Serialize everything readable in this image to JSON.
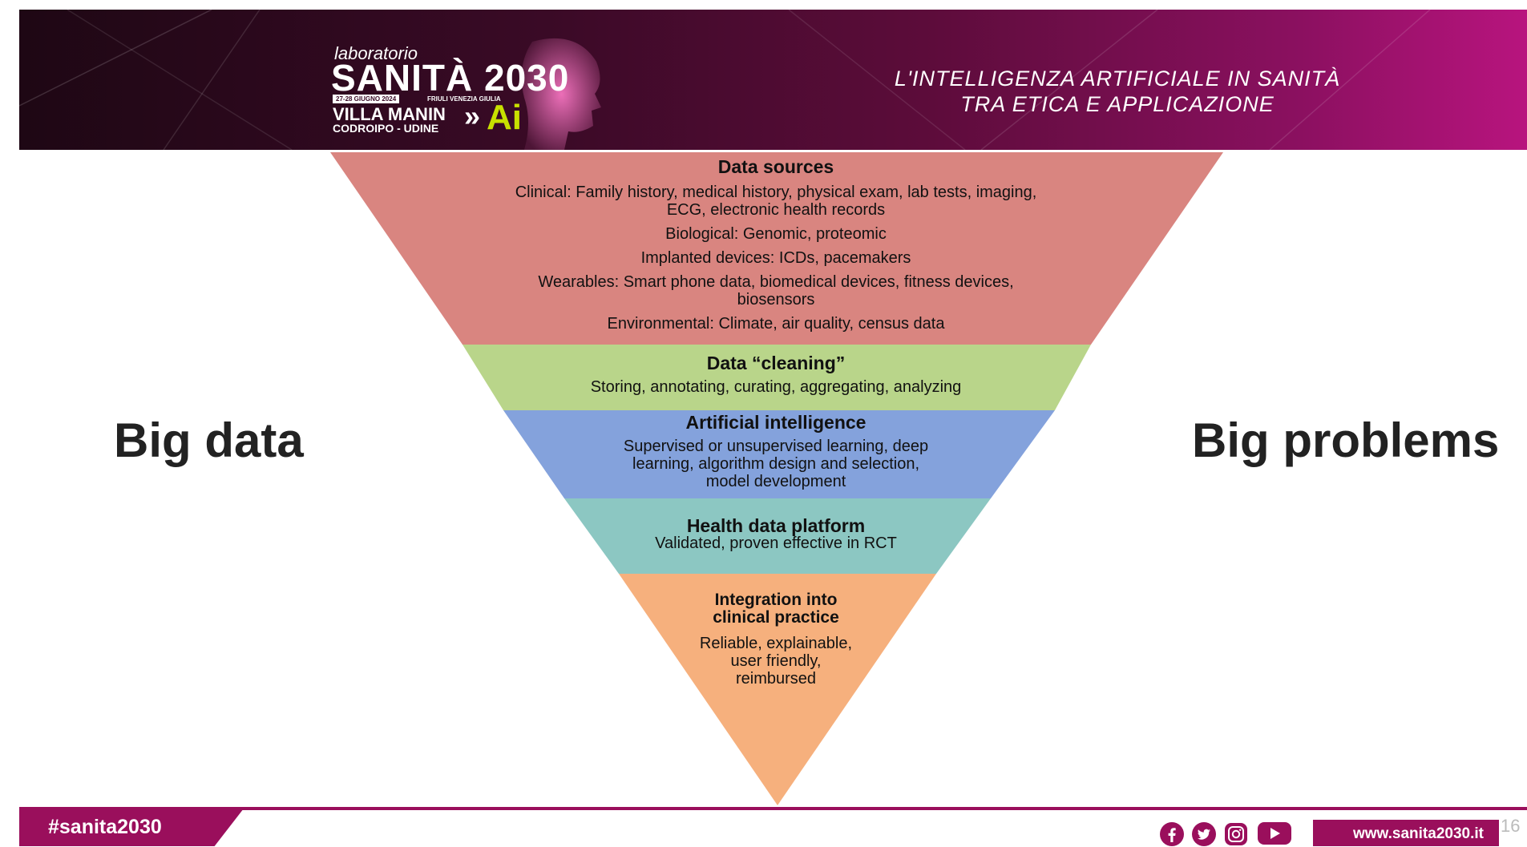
{
  "header": {
    "logo_line1": "laboratorio",
    "logo_line2": "SANITÀ 2030",
    "logo_dates": "27-28 GIUGNO 2024",
    "logo_region": "FRIULI VENEZIA GIULIA",
    "logo_venue": "VILLA MANIN",
    "logo_place": "CODROIPO - UDINE",
    "logo_chevron": "»",
    "logo_ai": "Ai",
    "title_line1": "L'INTELLIGENZA ARTIFICIALE IN SANITÀ",
    "title_line2": "TRA ETICA E APPLICAZIONE",
    "colors": {
      "bg_dark": "#1e0714",
      "bg_magenta": "#b8147e",
      "ai_green": "#c8e000"
    }
  },
  "side_labels": {
    "left": "Big data",
    "right": "Big problems"
  },
  "funnel": {
    "layers": [
      {
        "title": "Data sources",
        "color": "#d98580",
        "lines": [
          "Clinical: Family history, medical history, physical exam, lab tests, imaging,",
          "ECG, electronic health records",
          "Biological: Genomic, proteomic",
          "Implanted devices: ICDs, pacemakers",
          "Wearables: Smart phone data, biomedical devices, fitness devices,",
          "biosensors",
          "Environmental: Climate, air quality, census data"
        ]
      },
      {
        "title": "Data “cleaning”",
        "color": "#b9d58a",
        "lines": [
          "Storing, annotating, curating, aggregating, analyzing"
        ]
      },
      {
        "title": "Artificial intelligence",
        "color": "#84a2dc",
        "lines": [
          "Supervised or unsupervised learning, deep",
          "learning, algorithm design and selection,",
          "model development"
        ]
      },
      {
        "title": "Health data platform",
        "color": "#8cc7c2",
        "lines": [
          "Validated, proven effective in RCT"
        ]
      },
      {
        "title_lines": [
          "Integration into",
          "clinical practice"
        ],
        "color": "#f6b07d",
        "lines": [
          "Reliable, explainable,",
          "user friendly,",
          "reimbursed"
        ]
      }
    ]
  },
  "footer": {
    "hashtag": "#sanita2030",
    "social_icons": [
      "facebook-icon",
      "twitter-icon",
      "instagram-icon",
      "youtube-icon"
    ],
    "url": "www.sanita2030.it",
    "page_number": "16",
    "accent": "#9a0f5c"
  }
}
